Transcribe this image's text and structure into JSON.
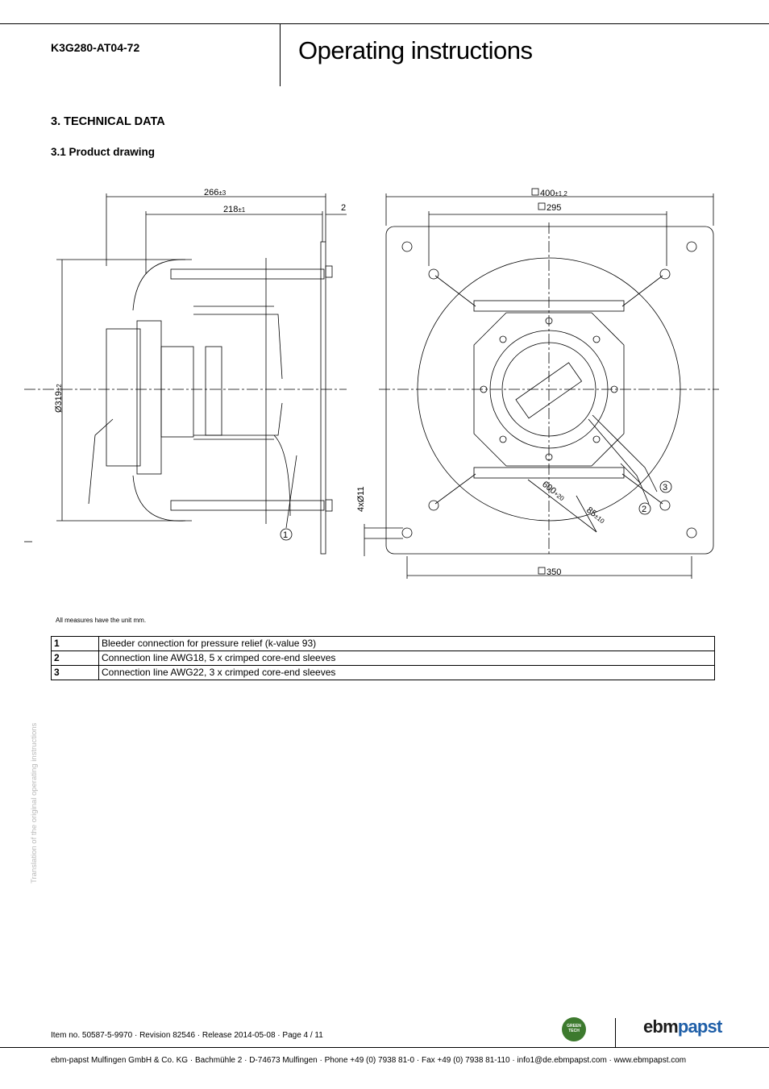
{
  "header": {
    "model": "K3G280-AT04-72",
    "title": "Operating instructions"
  },
  "section": {
    "heading": "3. TECHNICAL DATA",
    "subheading": "3.1 Product drawing"
  },
  "drawing": {
    "dims": {
      "width_266": "266",
      "tol_266": "±3",
      "width_218": "218",
      "tol_218": "±1",
      "gap_2": "2",
      "dia_319": "Ø319",
      "tol_319": "±2",
      "holes": "4xØ11",
      "square_400": "400",
      "tol_400": "±1,2",
      "square_295": "295",
      "square_350": "350",
      "cable_600": "600",
      "tol_600": "+20",
      "cable_85": "85",
      "tol_85": "±10"
    },
    "callouts": [
      "1",
      "2",
      "3"
    ]
  },
  "measures_note": "All measures have the unit mm.",
  "legend": [
    {
      "num": "1",
      "text": "Bleeder connection for pressure relief (k-value 93)"
    },
    {
      "num": "2",
      "text": "Connection line AWG18, 5 x crimped core-end sleeves"
    },
    {
      "num": "3",
      "text": "Connection line AWG22, 3 x crimped core-end sleeves"
    }
  ],
  "side_note": "Translation of the original operating instructions",
  "footer": {
    "item_line": "Item no. 50587-5-9970 · Revision 82546 · Release 2014-05-08 · Page 4 / 11",
    "company_line": "ebm-papst Mulfingen GmbH & Co. KG · Bachmühle 2 · D-74673 Mulfingen · Phone +49 (0) 7938 81-0 · Fax +49 (0) 7938 81-110 · info1@de.ebmpapst.com · www.ebmpapst.com",
    "badge_text": "GREEN TECH",
    "logo_part1": "ebm",
    "logo_part2": "papst"
  },
  "colors": {
    "logo_blue": "#1f5fa8",
    "badge_green": "#3d7a2e"
  }
}
